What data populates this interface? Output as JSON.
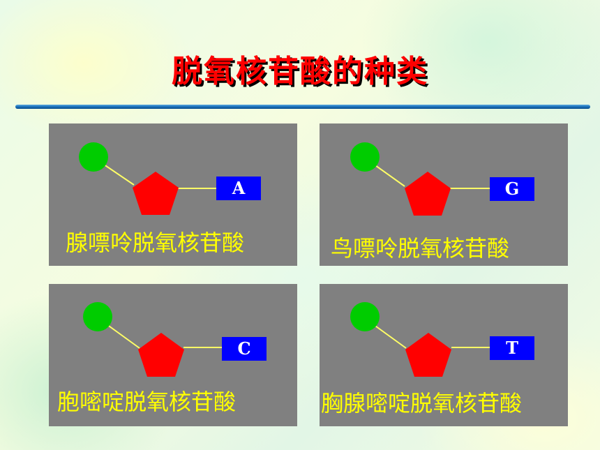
{
  "title": "脱氧核苷酸的种类",
  "colors": {
    "phosphate": "#00cc00",
    "sugar": "#ff0000",
    "base_box": "#0000ff",
    "label": "#ffff00",
    "panel": "#808080",
    "title": "#ff0000"
  },
  "nucleotides": [
    {
      "base": "A",
      "name": "腺嘌呤脱氧核苷酸"
    },
    {
      "base": "G",
      "name": "鸟嘌呤脱氧核苷酸"
    },
    {
      "base": "C",
      "name": "胞嘧啶脱氧核苷酸"
    },
    {
      "base": "T",
      "name": "胸腺嘧啶脱氧核苷酸"
    }
  ]
}
